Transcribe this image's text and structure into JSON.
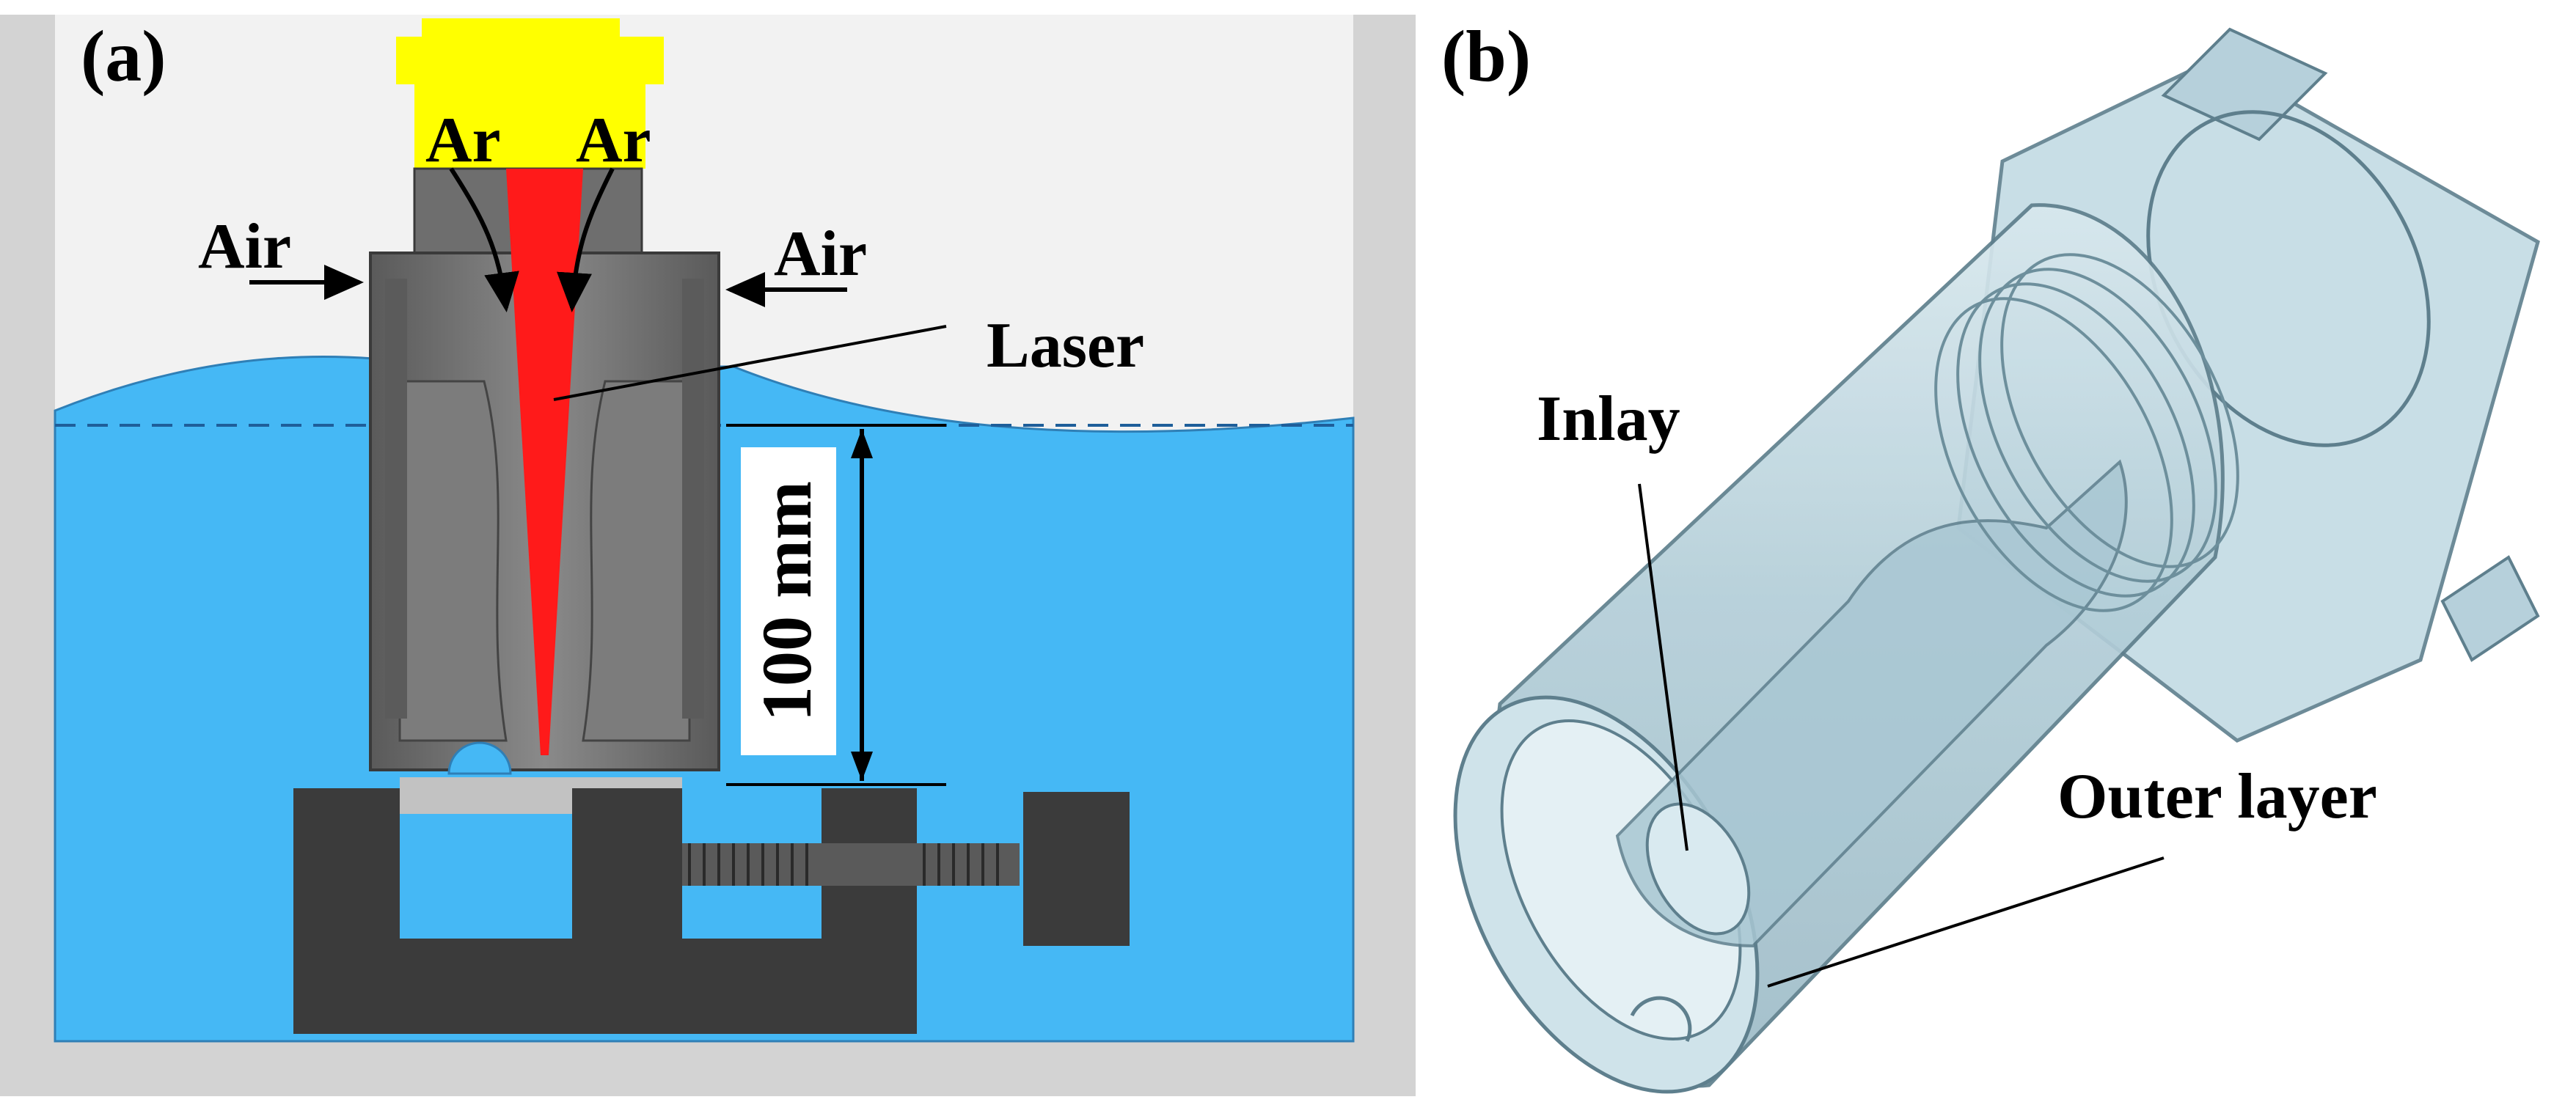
{
  "panel_a": {
    "label": "(a)",
    "gas_left": "Ar",
    "gas_right": "Ar",
    "air_left": "Air",
    "air_right": "Air",
    "laser": "Laser",
    "dimension": "100 mm",
    "colors": {
      "water": "#45b8f5",
      "tank_wall": "#d3d3d3",
      "air_space": "#f2f2f2",
      "nozzle_body": "#6e6e6e",
      "nozzle_top": "#ffff00",
      "laser_beam": "#ff1a1a",
      "fixture": "#3b3b3b"
    }
  },
  "panel_b": {
    "label": "(b)",
    "inlay": "Inlay",
    "outer_layer": "Outer layer",
    "colors": {
      "body": "#b7d4df",
      "edge": "#5e7f8d"
    }
  }
}
